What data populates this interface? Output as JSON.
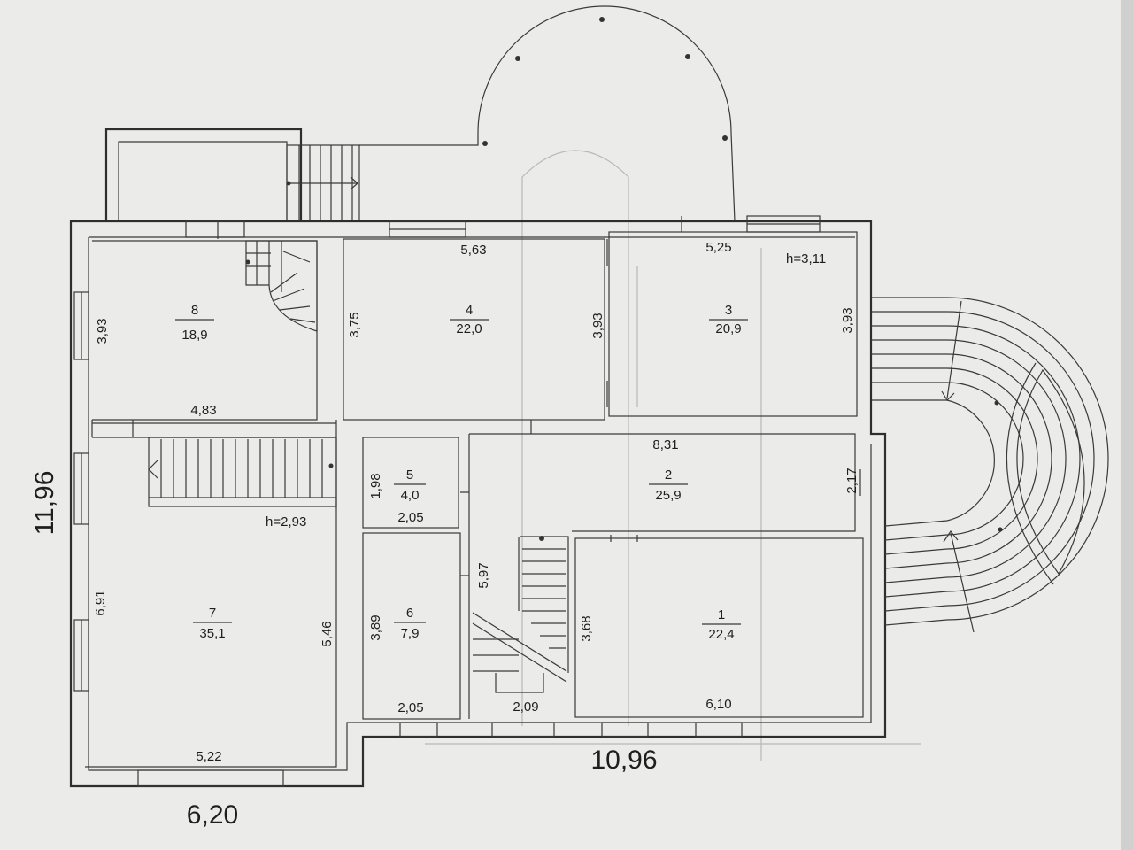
{
  "rooms": [
    {
      "number": "1",
      "area": "22,4"
    },
    {
      "number": "2",
      "area": "25,9"
    },
    {
      "number": "3",
      "area": "20,9"
    },
    {
      "number": "4",
      "area": "22,0"
    },
    {
      "number": "5",
      "area": "4,0"
    },
    {
      "number": "6",
      "area": "7,9"
    },
    {
      "number": "7",
      "area": "35,1"
    },
    {
      "number": "8",
      "area": "18,9"
    }
  ],
  "dimensions": {
    "room1_width": "6,10",
    "room1_height": "3,68",
    "room2_width": "8,31",
    "room2_height": "2,17",
    "room3_width": "5,25",
    "room3_height": "3,93",
    "room4_width": "5,63",
    "room4_left": "3,75",
    "room4_right": "3,93",
    "room5_height": "1,98",
    "room5_width": "2,05",
    "room6_height": "3,89",
    "room6_width": "2,05",
    "corridor_length": "5,97",
    "stair_width": "2,09",
    "room7_left": "6,91",
    "room7_right": "5,46",
    "room7_width": "5,22",
    "room8_height": "3,93",
    "room8_width": "4,83"
  },
  "heights": {
    "upper": "h=3,11",
    "lower": "h=2,93"
  },
  "overall": {
    "height": "11,96",
    "width_left": "6,20",
    "width_main": "10,96"
  }
}
